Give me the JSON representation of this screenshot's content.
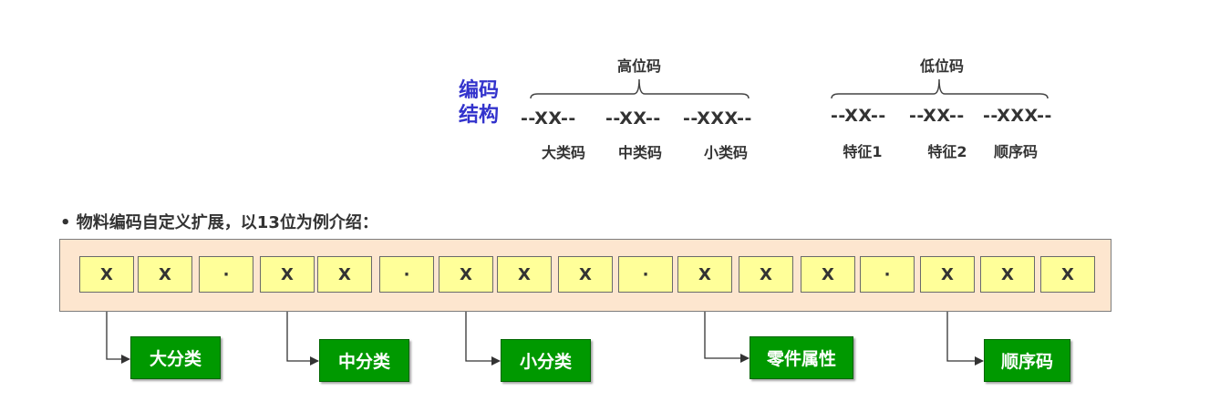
{
  "structure": {
    "side_title_line1": "编码",
    "side_title_line2": "结构",
    "high_group_title": "高位码",
    "low_group_title": "低位码",
    "segments": [
      {
        "code": "--XX--",
        "label": "大类码"
      },
      {
        "code": "--XX--",
        "label": "中类码"
      },
      {
        "code": "--XXX--",
        "label": "小类码"
      },
      {
        "code": "--XX--",
        "label": "特征1"
      },
      {
        "code": "--XX--",
        "label": "特征2"
      },
      {
        "code": "--XXX--",
        "label": "顺序码"
      }
    ]
  },
  "intro": {
    "bullet": "•",
    "text": "物料编码自定义扩展，以13位为例介绍："
  },
  "cells": [
    "X",
    "X",
    "·",
    "X",
    "X",
    "·",
    "X",
    "X",
    "X",
    "·",
    "X",
    "X",
    "X",
    "·",
    "X",
    "X",
    "X"
  ],
  "categories": [
    "大分类",
    "中分类",
    "小分类",
    "零件属性",
    "顺序码"
  ],
  "colors": {
    "side_title": "#3333cc",
    "strip_fill": "#fde6cf",
    "cell_fill": "#ffff99",
    "category_fill": "#009900",
    "category_text": "#ffffff"
  }
}
